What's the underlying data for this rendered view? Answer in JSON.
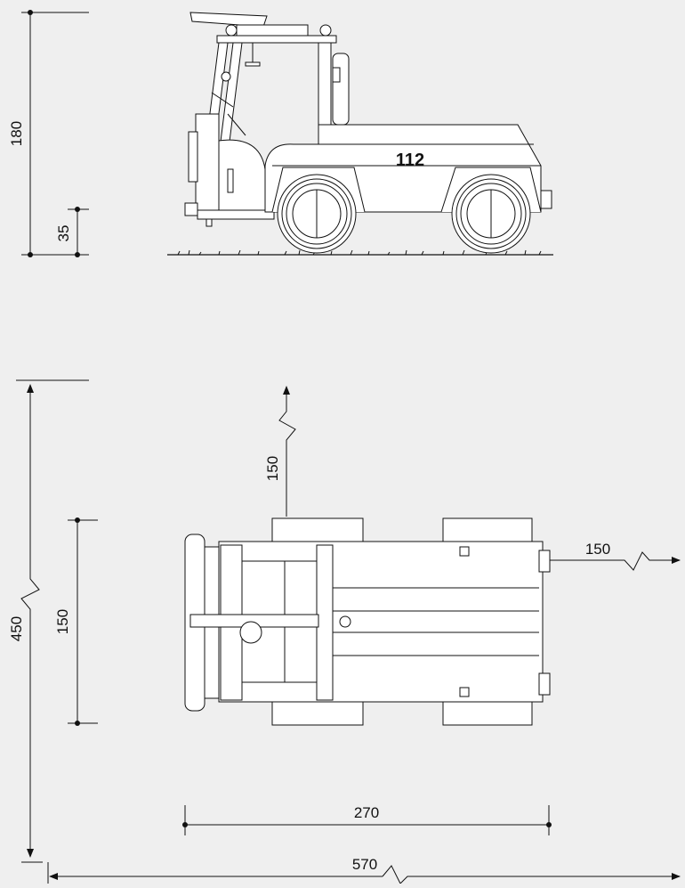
{
  "dimensions": {
    "side_height": "180",
    "side_ground_clearance": "35",
    "top_front_clearance": "150",
    "top_side_clearance": "150",
    "total_width": "450",
    "vehicle_width": "150",
    "vehicle_length": "270",
    "total_length": "570"
  },
  "vehicle": {
    "number": "112"
  }
}
